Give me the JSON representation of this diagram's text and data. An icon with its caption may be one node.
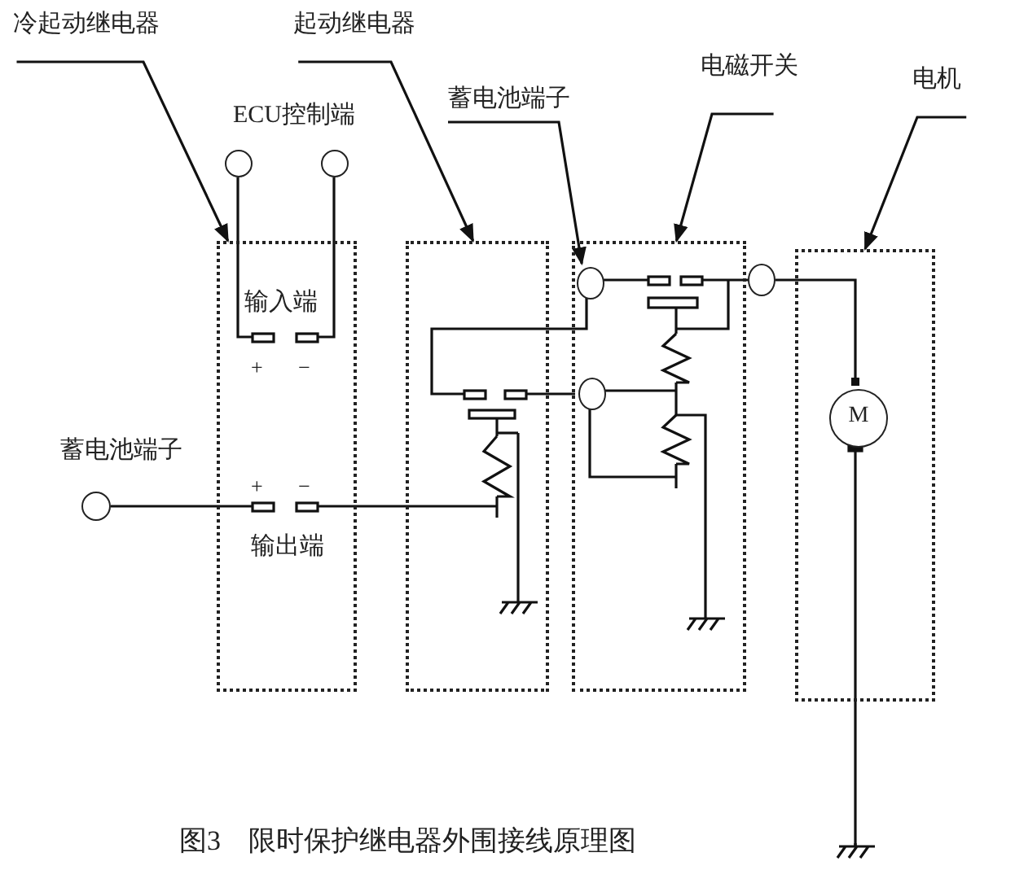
{
  "diagram": {
    "caption": "图3　限时保护继电器外围接线原理图",
    "nodes": [
      {
        "text": [
          "冷起动继电器"
        ]
      },
      {
        "text": [
          "起动继电器"
        ]
      },
      {
        "text": [
          "蓄电池端子"
        ]
      },
      {
        "text": [
          "电磁开关"
        ]
      },
      {
        "text": [
          "电机"
        ]
      },
      {
        "text": [
          "输入端",
          "输出端"
        ]
      },
      {
        "text": [],
        "shape": "box"
      },
      {
        "text": [],
        "shape": "box"
      },
      {
        "text": [],
        "shape": "box"
      },
      {
        "text": [],
        "shape": "circle",
        "in": 7
      },
      {
        "text": [
          "M"
        ],
        "in": 8
      },
      {
        "text": [],
        "shape": "circle"
      },
      {
        "text": [],
        "shape": "circle"
      },
      {
        "text": [],
        "shape": "circle",
        "beside": [
          "蓄电池端子"
        ]
      },
      {
        "text": [],
        "shape": "circle",
        "in": 7
      },
      {
        "text": [],
        "shape": "circle"
      }
    ],
    "edges": [
      {
        "from": 0,
        "to": 5,
        "arrow": "to"
      },
      {
        "from": 1,
        "to": 6,
        "arrow": "to"
      },
      {
        "from": 2,
        "to": 9,
        "arrow": "to"
      },
      {
        "from": 3,
        "to": 7,
        "arrow": "to"
      },
      {
        "from": 4,
        "to": 8,
        "arrow": "to"
      },
      {
        "from": 15,
        "to": 10,
        "arrow": "other"
      }
    ],
    "labels": [
      "ECU控制端",
      "+",
      "−",
      "+",
      "−"
    ]
  }
}
